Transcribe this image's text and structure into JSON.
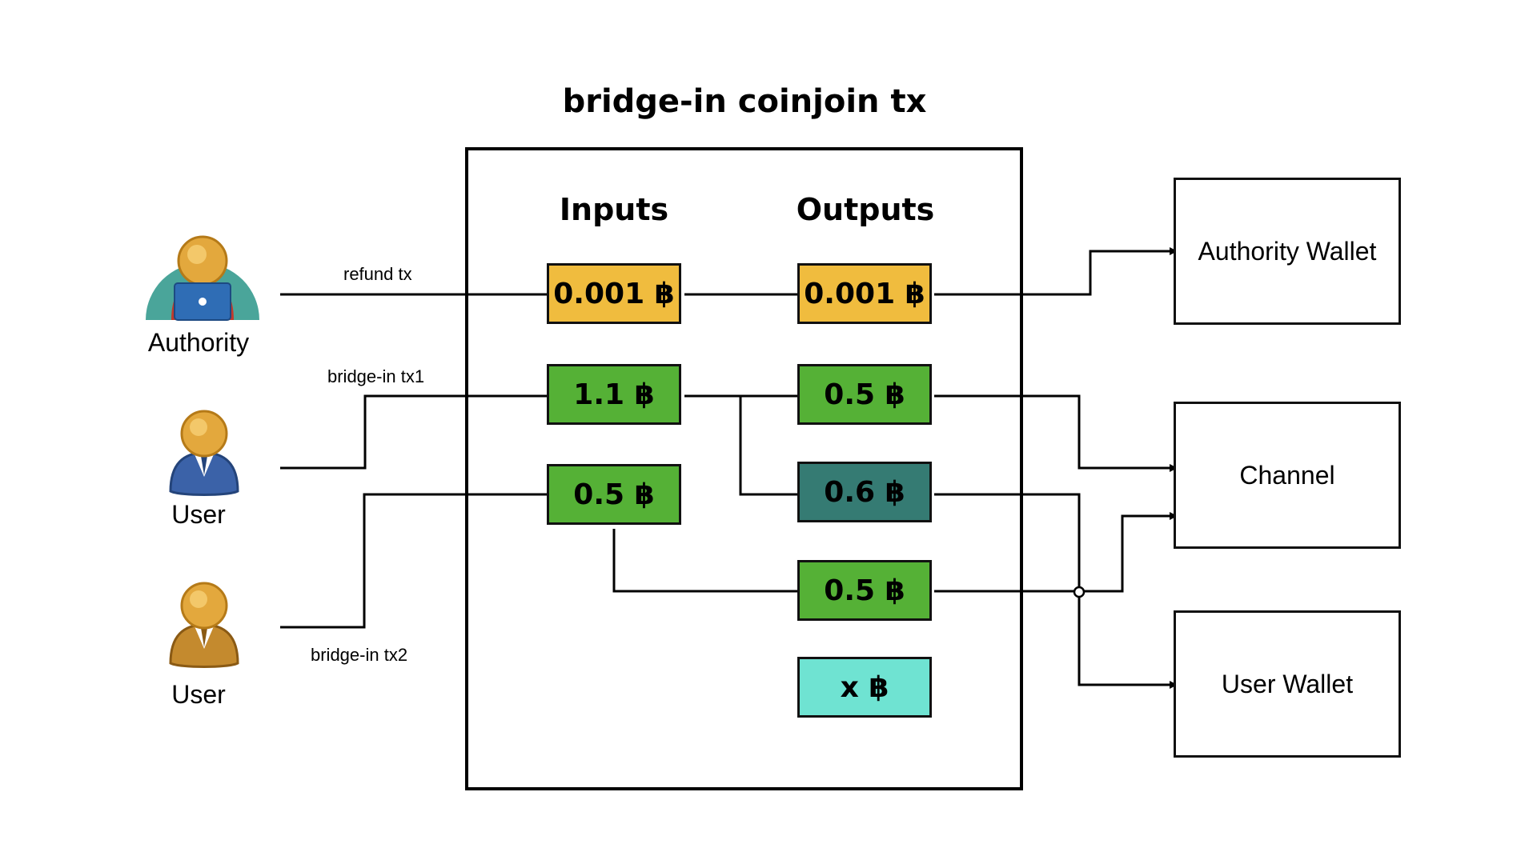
{
  "diagram": {
    "title": "bridge-in coinjoin tx",
    "inputs_header": "Inputs",
    "outputs_header": "Outputs",
    "inputs": [
      {
        "amount": "0.001",
        "color": "#f0bc3e"
      },
      {
        "amount": "1.1",
        "color": "#55b136"
      },
      {
        "amount": "0.5",
        "color": "#55b136"
      }
    ],
    "outputs": [
      {
        "amount": "0.001",
        "color": "#f0bc3e"
      },
      {
        "amount": "0.5",
        "color": "#55b136"
      },
      {
        "amount": "0.6",
        "color": "#357b73"
      },
      {
        "amount": "0.5",
        "color": "#55b136"
      },
      {
        "amount": "x",
        "color": "#6fe3d2"
      }
    ],
    "currency_symbol": "฿",
    "actors": [
      {
        "label": "Authority",
        "icon": "authority-person-laptop-icon"
      },
      {
        "label": "User",
        "icon": "user-person-blue-icon"
      },
      {
        "label": "User",
        "icon": "user-person-brown-icon"
      }
    ],
    "edge_labels": {
      "refund": "refund tx",
      "bridge1": "bridge-in tx1",
      "bridge2": "bridge-in tx2"
    },
    "destinations": {
      "authority_wallet": "Authority Wallet",
      "channel": "Channel",
      "user_wallet": "User Wallet"
    }
  }
}
